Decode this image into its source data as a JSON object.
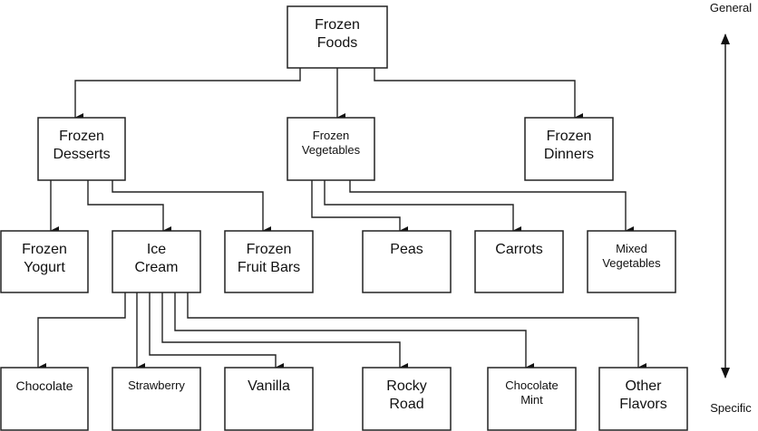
{
  "title": "Frozen Foods category hierarchy",
  "axis": {
    "top_label": "General",
    "bottom_label": "Specific"
  },
  "nodes": [
    {
      "id": "frozen-foods",
      "lines": [
        "Frozen",
        "Foods"
      ],
      "level": 1
    },
    {
      "id": "frozen-desserts",
      "lines": [
        "Frozen",
        "Desserts"
      ],
      "level": 2,
      "parent": "frozen-foods"
    },
    {
      "id": "frozen-vegetables",
      "lines": [
        "Frozen",
        "Vegetables"
      ],
      "level": 2,
      "parent": "frozen-foods",
      "small": true
    },
    {
      "id": "frozen-dinners",
      "lines": [
        "Frozen",
        "Dinners"
      ],
      "level": 2,
      "parent": "frozen-foods"
    },
    {
      "id": "frozen-yogurt",
      "lines": [
        "Frozen",
        "Yogurt"
      ],
      "level": 3,
      "parent": "frozen-desserts"
    },
    {
      "id": "ice-cream",
      "lines": [
        "Ice",
        "Cream"
      ],
      "level": 3,
      "parent": "frozen-desserts"
    },
    {
      "id": "frozen-fruit-bars",
      "lines": [
        "Frozen",
        "Fruit Bars"
      ],
      "level": 3,
      "parent": "frozen-desserts"
    },
    {
      "id": "peas",
      "lines": [
        "Peas"
      ],
      "level": 3,
      "parent": "frozen-vegetables"
    },
    {
      "id": "carrots",
      "lines": [
        "Carrots"
      ],
      "level": 3,
      "parent": "frozen-vegetables"
    },
    {
      "id": "mixed-vegetables",
      "lines": [
        "Mixed",
        "Vegetables"
      ],
      "level": 3,
      "parent": "frozen-vegetables",
      "small": true
    },
    {
      "id": "chocolate",
      "lines": [
        "Chocolate"
      ],
      "level": 4,
      "parent": "ice-cream",
      "medium": true
    },
    {
      "id": "strawberry",
      "lines": [
        "Strawberry"
      ],
      "level": 4,
      "parent": "ice-cream",
      "small": true
    },
    {
      "id": "vanilla",
      "lines": [
        "Vanilla"
      ],
      "level": 4,
      "parent": "ice-cream"
    },
    {
      "id": "rocky-road",
      "lines": [
        "Rocky",
        "Road"
      ],
      "level": 4,
      "parent": "ice-cream"
    },
    {
      "id": "chocolate-mint",
      "lines": [
        "Chocolate",
        "Mint"
      ],
      "level": 4,
      "parent": "ice-cream",
      "small": true
    },
    {
      "id": "other-flavors",
      "lines": [
        "Other",
        "Flavors"
      ],
      "level": 4,
      "parent": "ice-cream"
    }
  ]
}
